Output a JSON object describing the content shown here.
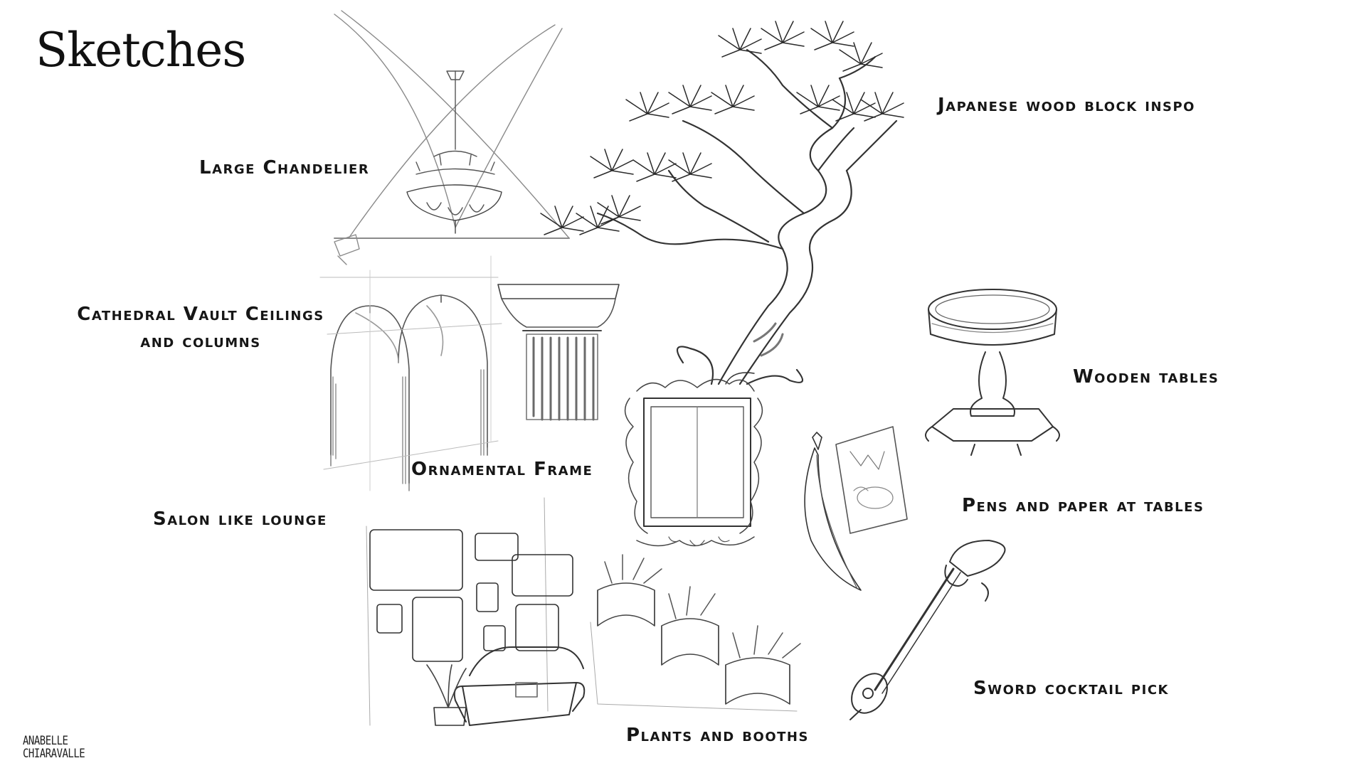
{
  "page": {
    "title": "Sketches"
  },
  "labels": {
    "japanese_wood_block": "Japanese wood block inspo",
    "large_chandelier": "Large Chandelier",
    "cathedral_line1": "Cathedral Vault Ceilings",
    "cathedral_line2": "and columns",
    "wooden_tables": "Wooden tables",
    "ornamental_frame": "Ornamental Frame",
    "salon_like_lounge": "Salon like lounge",
    "pens_and_paper": "Pens and paper at tables",
    "sword_cocktail_pick": "Sword cocktail pick",
    "plants_and_booths": "Plants and booths"
  },
  "signature": {
    "line1": "ANABELLE",
    "line2": "CHIARAVALLE"
  },
  "colors": {
    "background": "#ffffff",
    "ink": "#111111",
    "pencil": "#3a3a3a",
    "pencil_light": "#9a9a9a"
  }
}
